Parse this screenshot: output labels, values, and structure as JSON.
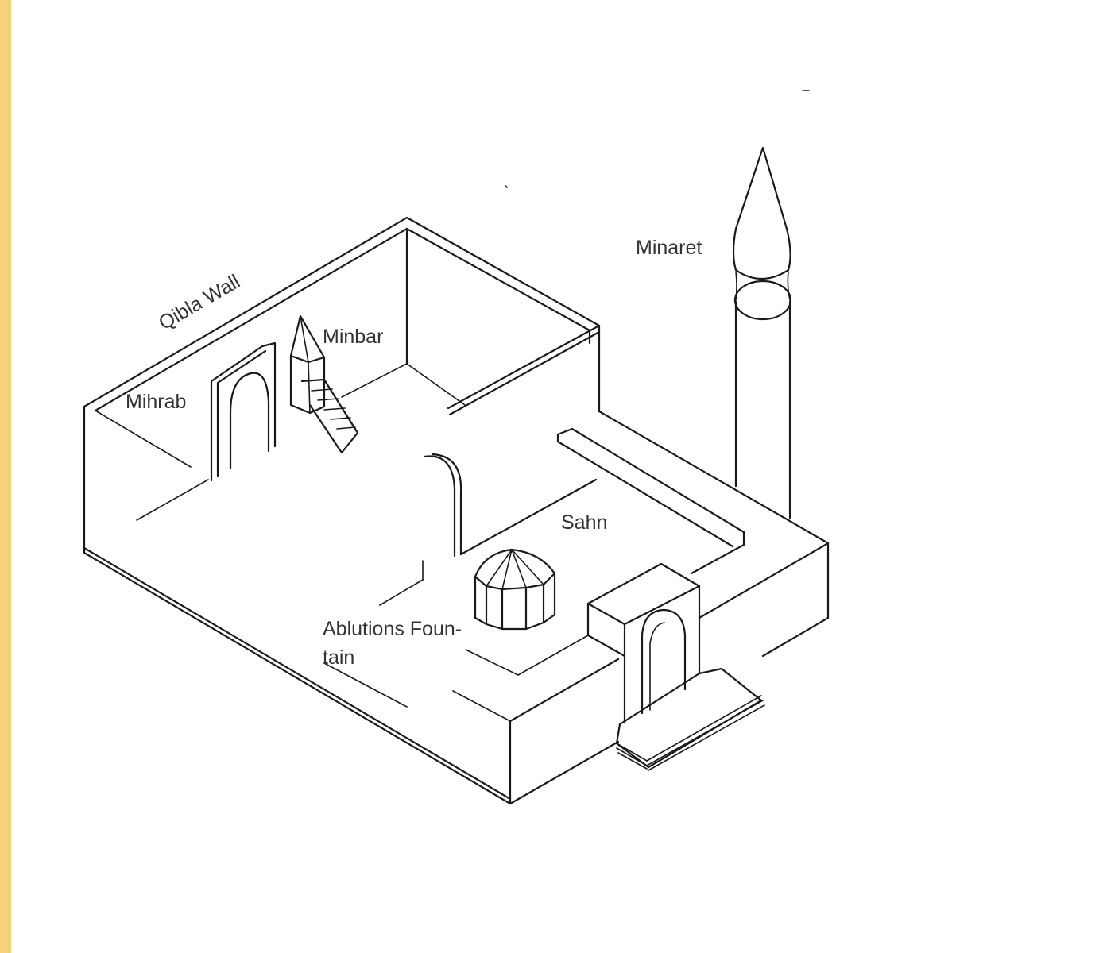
{
  "colors": {
    "stripe": "#f3d27a",
    "ink": "#1a1a1a",
    "label": "#333333",
    "background": "#ffffff"
  },
  "labels": {
    "qibla_wall": "Qibla Wall",
    "minbar": "Minbar",
    "mihrab": "Mihrab",
    "minaret": "Minaret",
    "sahn": "Sahn",
    "ablutions_line1": "Ablutions Foun-",
    "ablutions_line2": "tain"
  }
}
